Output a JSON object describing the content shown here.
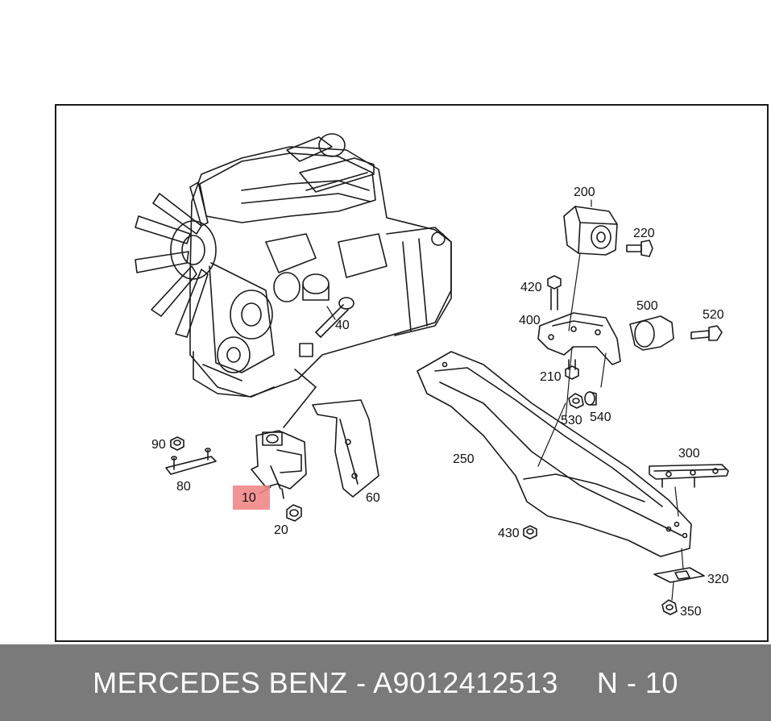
{
  "colors": {
    "highlight": "#f08080",
    "footer_bg": "#7a7a7a",
    "footer_text": "#ffffff",
    "line": "#1a1a1a"
  },
  "labels": {
    "p10": "10",
    "p20": "20",
    "p40": "40",
    "p60": "60",
    "p80": "80",
    "p90": "90",
    "p200": "200",
    "p210": "210",
    "p220": "220",
    "p250": "250",
    "p300": "300",
    "p320": "320",
    "p350": "350",
    "p400": "400",
    "p420": "420",
    "p430": "430",
    "p500": "500",
    "p520": "520",
    "p530": "530",
    "p540": "540"
  },
  "footer": {
    "part_text": "MERCEDES BENZ - A9012412513",
    "position_text": "N - 10"
  }
}
